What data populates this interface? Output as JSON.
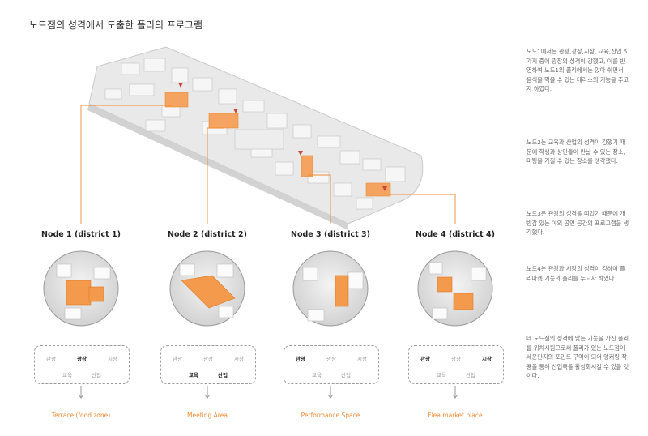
{
  "title": "노드점의 성격에서 도출한 폴리의 프로그램",
  "accent_color": "#f08a32",
  "nodes": [
    {
      "title": "Node 1 (district 1)",
      "keywords": [
        "관광",
        "광장",
        "시장",
        "교육",
        "산업"
      ],
      "highlighted": [
        "광장"
      ],
      "function": "Terrace (food zone)"
    },
    {
      "title": "Node 2 (district 2)",
      "keywords": [
        "관광",
        "광장",
        "시장",
        "교육",
        "산업"
      ],
      "highlighted": [
        "교육",
        "산업"
      ],
      "function": "Meeting Area"
    },
    {
      "title": "Node 3 (district 3)",
      "keywords": [
        "관광",
        "광장",
        "시장",
        "교육",
        "산업"
      ],
      "highlighted": [
        "관광"
      ],
      "function": "Performance Space"
    },
    {
      "title": "Node 4 (district 4)",
      "keywords": [
        "관광",
        "광장",
        "시장",
        "교육",
        "산업"
      ],
      "highlighted": [
        "관광",
        "시장"
      ],
      "function": "Flea market place"
    }
  ],
  "descriptions": [
    "노드1에서는 관광,광장,시장, 교육,산업 5가지 중에 광장의 성격이 강했고, 이를 반영하여 노드1의 폴리에서는 앉아 쉬면서 음식을 먹을 수 있는 테라스의 기능을 주고자 하였다.",
    "노드2는 교육과 산업의 성격이 강했기 때문에 학생과 상인들이 만날 수 있는 장소, 미팅을 가질 수 있는 장소를 생각했다.",
    "노드3은 관광의 성격을 띠었기 때문에 개방감 있는 야외 공연 공간의 프로그램을 생각했다.",
    "노드4는 관광과 시장의 성격이 강하여 플리마켓 기능의 폴리를 두고자 하였다.",
    "네 노드점의 성격에 맞는 기능을 가진 폴리를 위치시킴으로써 폴리가 있는 노드점이 세운단지의 포인트 구역이 되어 앵커링 작용을 통해 산업축을 활성화시킬 수 있을 것이다."
  ]
}
